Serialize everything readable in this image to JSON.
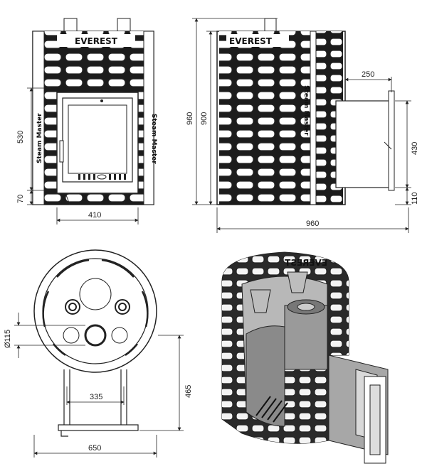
{
  "front_view": {
    "brand": "EVEREST",
    "side_label": "Steam Master",
    "dims": {
      "height_door": "530",
      "height_bottom": "70",
      "width": "410"
    }
  },
  "side_view": {
    "brand": "EVEREST",
    "side_label": "Steam Master",
    "dims": {
      "total_height": "960",
      "body_height": "900",
      "depth_top": "250",
      "height_tunnel": "430",
      "height_low": "110",
      "total_width": "960"
    }
  },
  "top_view": {
    "dims": {
      "pipe_diameter": "Ø115",
      "leg_spacing": "335",
      "depth": "465",
      "width": "650"
    }
  },
  "iso_view": {
    "brand_mirrored": "EVEREST"
  }
}
